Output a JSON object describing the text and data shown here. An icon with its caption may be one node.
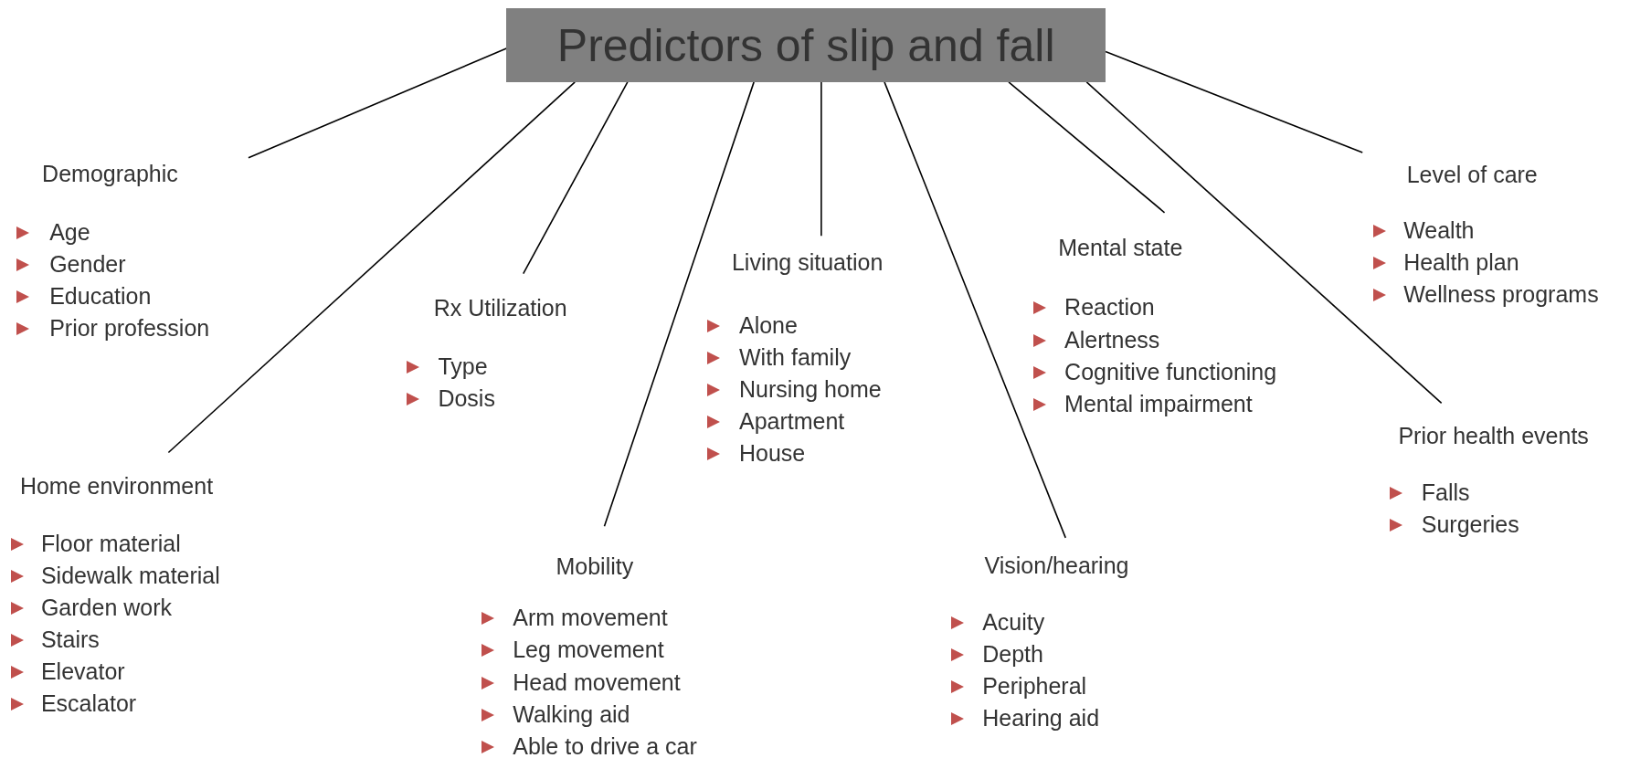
{
  "diagram": {
    "nodes": [
      {
        "text": [
          "Predictors of slip and fall"
        ]
      },
      {
        "text": [
          "Demographic",
          "Age",
          "Gender",
          "Education",
          "Prior profession"
        ]
      },
      {
        "text": [
          "Home environment",
          "Floor material",
          "Sidewalk material",
          "Garden work",
          "Stairs",
          "Elevator",
          "Escalator"
        ]
      },
      {
        "text": [
          "Rx Utilization",
          "Type",
          "Dosis"
        ]
      },
      {
        "text": [
          "Mobility",
          "Arm movement",
          "Leg movement",
          "Head movement",
          "Walking aid",
          "Able to drive a car"
        ]
      },
      {
        "text": [
          "Living situation",
          "Alone",
          "With family",
          "Nursing home",
          "Apartment",
          "House"
        ]
      },
      {
        "text": [
          "Vision/hearing",
          "Acuity",
          "Depth",
          "Peripheral",
          "Hearing aid"
        ]
      },
      {
        "text": [
          "Mental state",
          "Reaction",
          "Alertness",
          "Cognitive functioning",
          "Mental impairment"
        ]
      },
      {
        "text": [
          "Prior health events",
          "Falls",
          "Surgeries"
        ]
      },
      {
        "text": [
          "Level of care",
          "Wealth",
          "Health plan",
          "Wellness programs"
        ]
      }
    ],
    "edges": [
      {
        "from": 0,
        "to": 1,
        "arrow": "none"
      },
      {
        "from": 0,
        "to": 2,
        "arrow": "none"
      },
      {
        "from": 0,
        "to": 3,
        "arrow": "none"
      },
      {
        "from": 0,
        "to": 4,
        "arrow": "none"
      },
      {
        "from": 0,
        "to": 5,
        "arrow": "none"
      },
      {
        "from": 0,
        "to": 6,
        "arrow": "none"
      },
      {
        "from": 0,
        "to": 7,
        "arrow": "none"
      },
      {
        "from": 0,
        "to": 8,
        "arrow": "none"
      },
      {
        "from": 0,
        "to": 9,
        "arrow": "none"
      }
    ]
  }
}
